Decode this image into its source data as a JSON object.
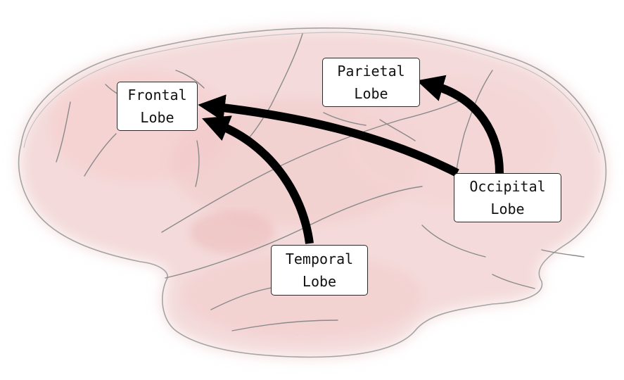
{
  "diagram": {
    "labels": {
      "frontal": {
        "line1": "Frontal",
        "line2": "Lobe"
      },
      "parietal": {
        "line1": "Parietal",
        "line2": "Lobe"
      },
      "occipital": {
        "line1": "Occipital",
        "line2": "Lobe"
      },
      "temporal": {
        "line1": "Temporal",
        "line2": "Lobe"
      }
    },
    "arrows": [
      {
        "from": "occipital",
        "to": "frontal"
      },
      {
        "from": "occipital",
        "to": "parietal"
      },
      {
        "from": "temporal",
        "to": "frontal"
      }
    ],
    "colors": {
      "brain_fill": "#f6d8d8",
      "brain_outline": "#9a9a9a",
      "sulci": "#7a7a7a",
      "arrow": "#000000",
      "box_border": "#2a2a2a"
    }
  }
}
